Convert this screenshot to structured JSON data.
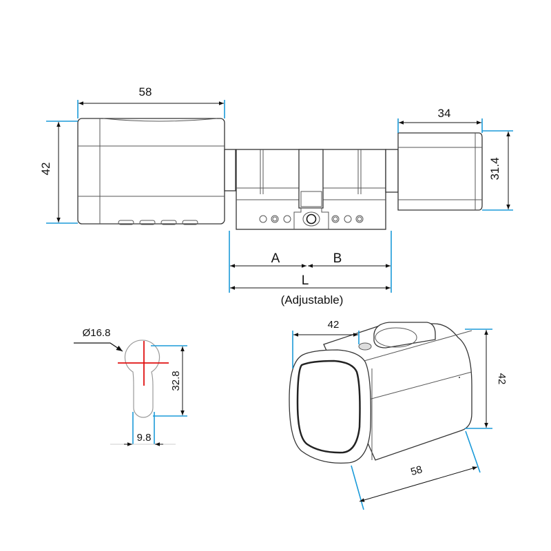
{
  "dimensions": {
    "body_length": "58",
    "body_height": "42",
    "knob_length": "34",
    "knob_height": "31.4",
    "side_a": "A",
    "side_b": "B",
    "total_length": "L",
    "total_note": "(Adjustable)",
    "keyhole_diameter": "Ø16.8",
    "keyhole_height": "32.8",
    "keyhole_width": "9.8",
    "iso_width": "42",
    "iso_height": "42",
    "iso_length": "58"
  },
  "colors": {
    "dimension_extension": "#1a9ad9",
    "center_mark": "#e01010",
    "outline": "#333333"
  }
}
